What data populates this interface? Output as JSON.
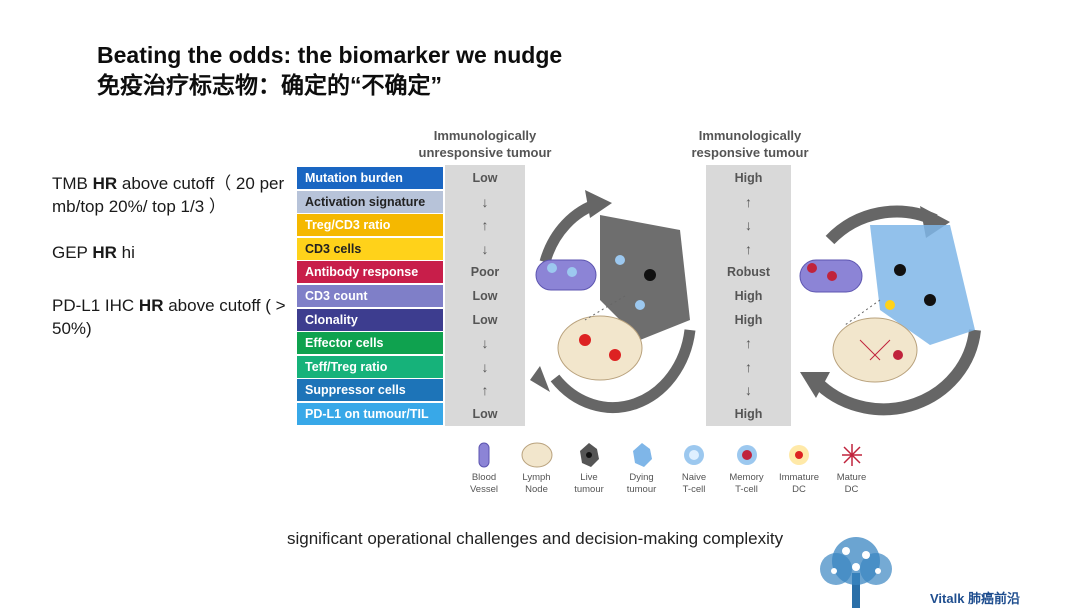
{
  "title": {
    "line1": "Beating the odds: the biomarker we nudge",
    "line2": "免疫治疗标志物：确定的“不确定”"
  },
  "notes": [
    {
      "pre": "TMB ",
      "bold": "HR",
      "post": " above cutoff（ 20 per mb/top 20%/ top 1/3 ）"
    },
    {
      "pre": "GEP ",
      "bold": "HR",
      "post": " hi"
    },
    {
      "pre": "PD-L1 IHC ",
      "bold": "HR",
      "post": " above cutoff ( > 50%)"
    }
  ],
  "column_headers": {
    "unresponsive": "Immunologically\nunresponsive tumour",
    "responsive": "Immunologically\nresponsive tumour"
  },
  "rows": [
    {
      "label": "Mutation burden",
      "color": "#1a66c2",
      "unresponsive": "Low",
      "responsive": "High"
    },
    {
      "label": "Activation signature",
      "color": "#b7c3d9",
      "unresponsive": "↓",
      "responsive": "↑"
    },
    {
      "label": "Treg/CD3 ratio",
      "color": "#f5b800",
      "unresponsive": "↑",
      "responsive": "↓"
    },
    {
      "label": "CD3 cells",
      "color": "#ffd21a",
      "unresponsive": "↓",
      "responsive": "↑"
    },
    {
      "label": "Antibody response",
      "color": "#c81e4a",
      "unresponsive": "Poor",
      "responsive": "Robust"
    },
    {
      "label": "CD3 count",
      "color": "#7f7fc8",
      "unresponsive": "Low",
      "responsive": "High"
    },
    {
      "label": "Clonality",
      "color": "#3d3d8f",
      "unresponsive": "Low",
      "responsive": "High"
    },
    {
      "label": "Effector cells",
      "color": "#0fa24f",
      "unresponsive": "↓",
      "responsive": "↑"
    },
    {
      "label": "Teff/Treg ratio",
      "color": "#16b27a",
      "unresponsive": "↓",
      "responsive": "↑"
    },
    {
      "label": "Suppressor cells",
      "color": "#1d74b8",
      "unresponsive": "↑",
      "responsive": "↓"
    },
    {
      "label": "PD-L1 on tumour/TIL",
      "color": "#38a8e8",
      "unresponsive": "Low",
      "responsive": "High"
    }
  ],
  "legend": [
    {
      "label": "Blood\nVessel",
      "icon": "blood-vessel-icon"
    },
    {
      "label": "Lymph\nNode",
      "icon": "lymph-node-icon"
    },
    {
      "label": "Live\ntumour",
      "icon": "live-tumour-icon"
    },
    {
      "label": "Dying\ntumour",
      "icon": "dying-tumour-icon"
    },
    {
      "label": "Naive\nT-cell",
      "icon": "naive-tcell-icon"
    },
    {
      "label": "Memory\nT-cell",
      "icon": "memory-tcell-icon"
    },
    {
      "label": "Immature\nDC",
      "icon": "immature-dc-icon"
    },
    {
      "label": "Mature\nDC",
      "icon": "mature-dc-icon"
    }
  ],
  "caption": "significant operational challenges and decision-making complexity",
  "brand": "Vitalk 肺癌前沿",
  "colors": {
    "arrow_gray": "#666666",
    "value_bg": "#d9d9d9",
    "brand": "#1f4e8f"
  }
}
